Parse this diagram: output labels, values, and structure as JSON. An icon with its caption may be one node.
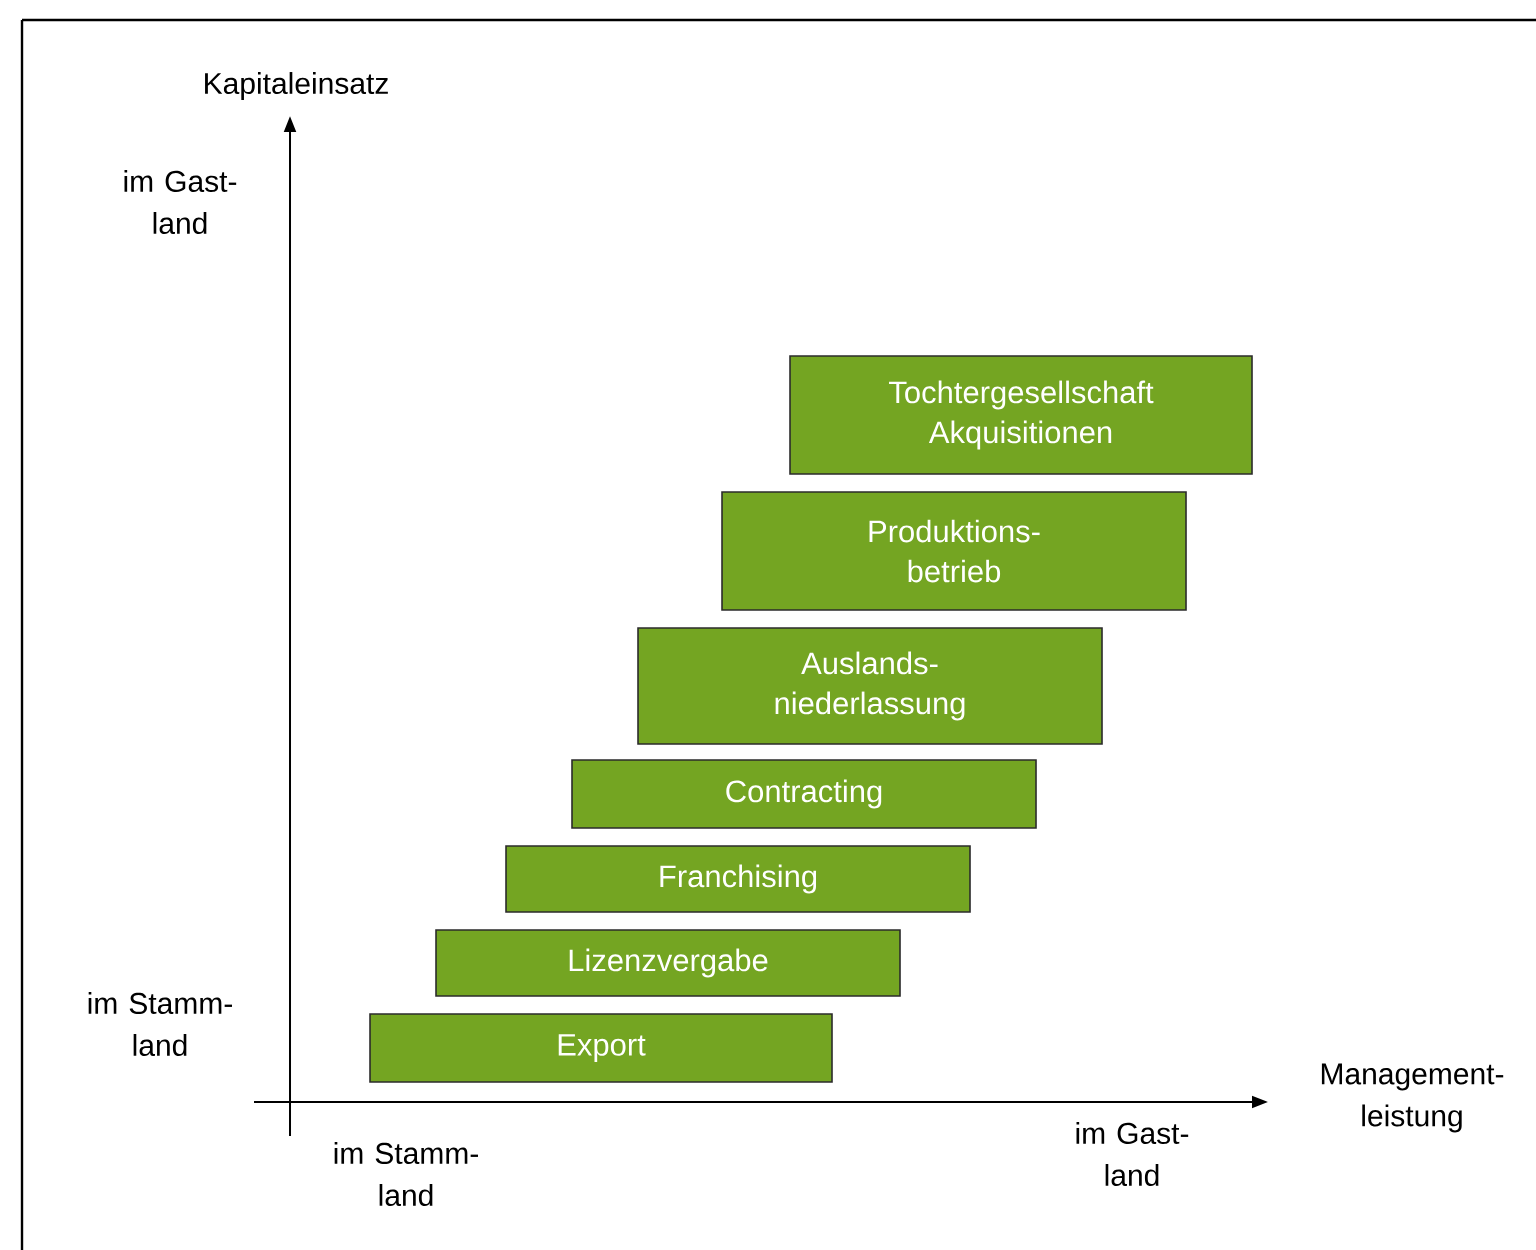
{
  "diagram": {
    "nodes": [
      {
        "text": [
          "Tochtergesellschaft Akquisitionen"
        ]
      },
      {
        "text": [
          "Produktions- betrieb"
        ]
      },
      {
        "text": [
          "Auslands- niederlassung"
        ]
      },
      {
        "text": [
          "Contracting"
        ]
      },
      {
        "text": [
          "Franchising"
        ]
      },
      {
        "text": [
          "Lizenzvergabe"
        ]
      },
      {
        "text": [
          "Export"
        ]
      }
    ],
    "labels": [
      "Kapitaleinsatz",
      "im Gast- land",
      "im Stamm- land",
      "im Stamm- land",
      "im Gast- land",
      "Management- leistung"
    ]
  }
}
